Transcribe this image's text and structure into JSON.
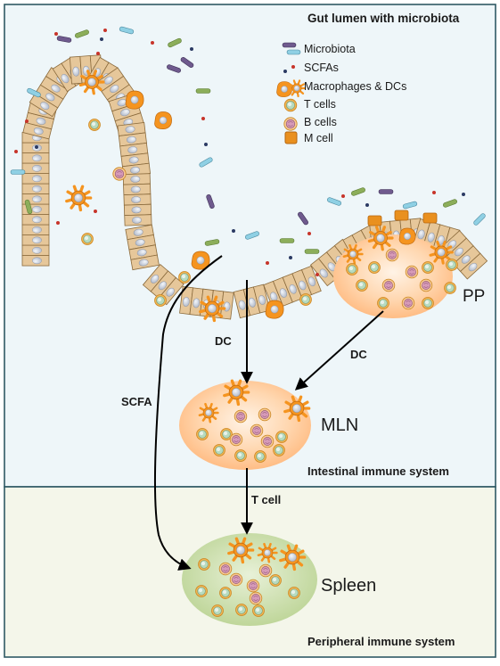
{
  "panels": {
    "top_title": "Gut lumen with microbiota",
    "intestinal_title": "Intestinal immune system",
    "peripheral_title": "Peripheral immune system"
  },
  "legend": {
    "items": [
      {
        "label": "Microbiota",
        "icon": "microbiota-icon"
      },
      {
        "label": "SCFAs",
        "icon": "scfa-icon"
      },
      {
        "label": "Macrophages & DCs",
        "icon": "macrophage-dc-icon"
      },
      {
        "label": "T cells",
        "icon": "t-cell-icon"
      },
      {
        "label": "B cells",
        "icon": "b-cell-icon"
      },
      {
        "label": "M cell",
        "icon": "m-cell-icon"
      }
    ]
  },
  "nodes": {
    "pp": "PP",
    "mln": "MLN",
    "spleen": "Spleen"
  },
  "arrows": {
    "dc_villus_to_mln": "DC",
    "dc_pp_to_mln": "DC",
    "scfa_to_spleen": "SCFA",
    "tcell_mln_to_spleen": "T cell"
  },
  "colors": {
    "top_bg": "#eef6f9",
    "bottom_bg": "#f4f6ea",
    "border": "#2f5964",
    "epithelium": "#e6c79a",
    "epithelium_edge": "#8a6a3c",
    "nucleus": "#c5cad6",
    "pp_fill": "#ffc89a",
    "spleen_fill": "#cde0a8",
    "dc_orange": "#f5941f",
    "m_cell": "#e9901f",
    "t_cell": "#f3b552",
    "b_cell": "#d69ab8",
    "microbiota_green": "#8cae5a",
    "microbiota_purple": "#6f5a8e",
    "microbiota_blue": "#8fd0e4",
    "scfa_red": "#c7342a",
    "scfa_navy": "#2b3a63"
  }
}
